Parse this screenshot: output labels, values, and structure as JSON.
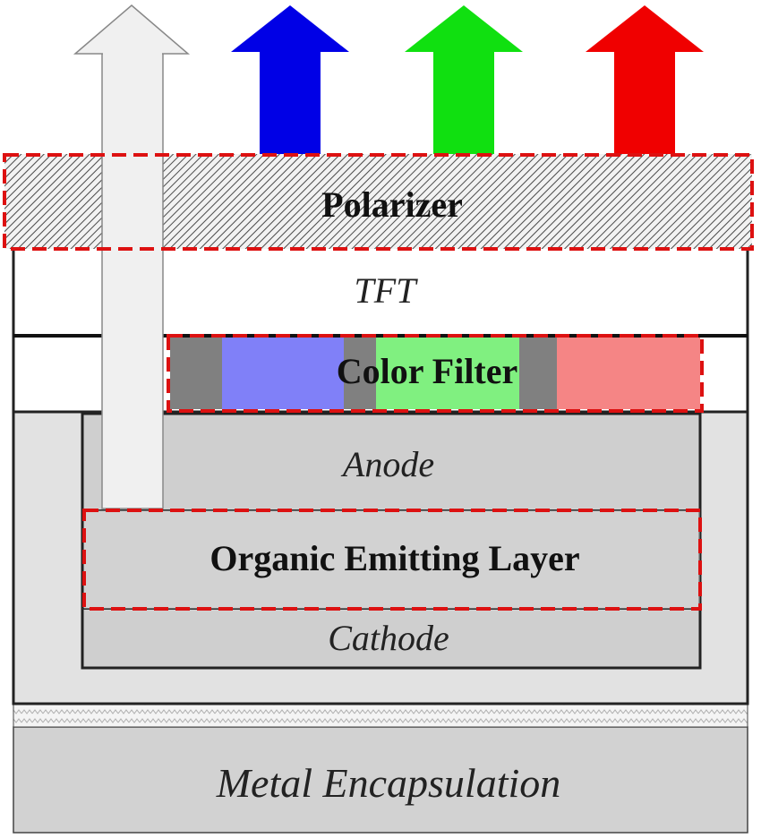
{
  "layers": {
    "polarizer": "Polarizer",
    "tft": "TFT",
    "color_filter": "Color Filter",
    "anode": "Anode",
    "organic_emitting_layer": "Organic Emitting Layer",
    "cathode": "Cathode",
    "metal_encapsulation": "Metal Encapsulation"
  },
  "colors": {
    "arrow_white": "#f0f0f0",
    "arrow_blue": "#0000e6",
    "arrow_green": "#10e010",
    "arrow_red": "#f00000",
    "filter_blue": "#8080f8",
    "filter_green": "#80f080",
    "filter_red": "#f58585",
    "black_matrix": "#808080",
    "layer_gray": "#d0d0d0",
    "outer_gray": "#e0e0e0",
    "dashed_outline": "#dd1111"
  }
}
